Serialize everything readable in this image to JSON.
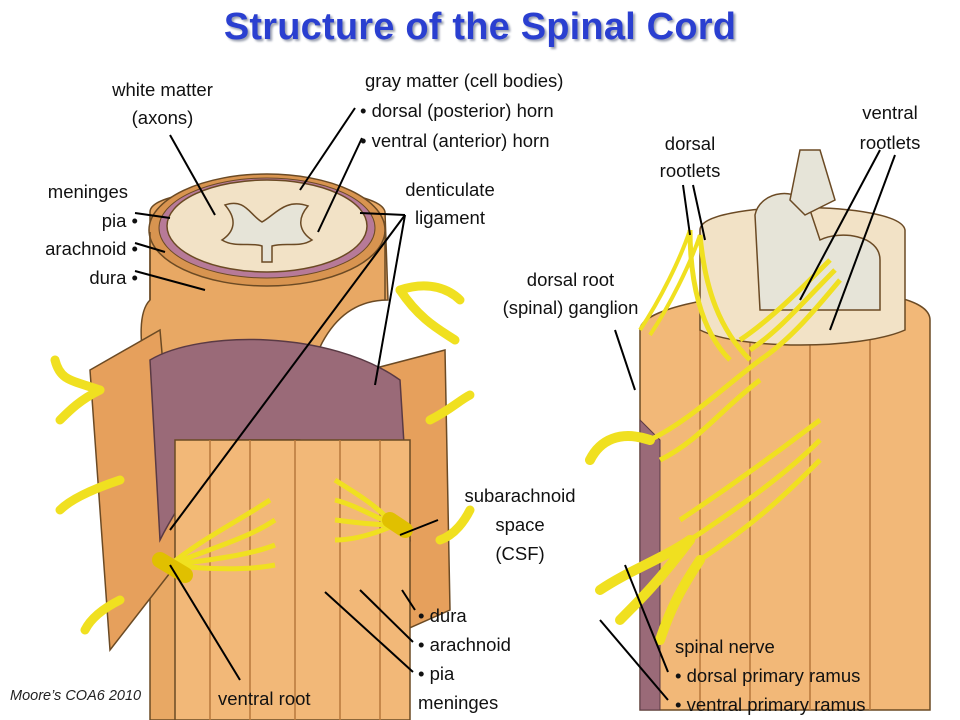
{
  "title": "Structure of the Spinal Cord",
  "credit": "Moore’s COA6 2010",
  "labels": {
    "white_matter": [
      "white matter",
      "(axons)"
    ],
    "gray_matter": [
      "gray matter (cell bodies)",
      "• dorsal  (posterior) horn",
      "• ventral (anterior) horn"
    ],
    "meninges_left": [
      "meninges",
      "pia •",
      "arachnoid •",
      "dura •"
    ],
    "denticulate": [
      "denticulate",
      "ligament"
    ],
    "dorsal_rootlets": [
      "dorsal",
      "rootlets"
    ],
    "ventral_rootlets": [
      "ventral",
      "rootlets"
    ],
    "dorsal_root_ganglion": [
      "dorsal root",
      "(spinal) ganglion"
    ],
    "subarachnoid": [
      "subarachnoid",
      "space",
      "(CSF)"
    ],
    "meninges_bottom": [
      "• dura",
      "• arachnoid",
      "• pia",
      "meninges"
    ],
    "ventral_root": "ventral root",
    "spinal_nerve": [
      "spinal nerve",
      "• dorsal primary ramus",
      "• ventral primary ramus"
    ]
  },
  "colors": {
    "title": "#2a3fd0",
    "cord": "#f2b878",
    "cord_dark": "#d89450",
    "dura": "#e8a864",
    "space": "#9a6a78",
    "gray_matter": "#e6e4d8",
    "white_matter": "#f2e2c6",
    "nerve": "#f0e020"
  }
}
